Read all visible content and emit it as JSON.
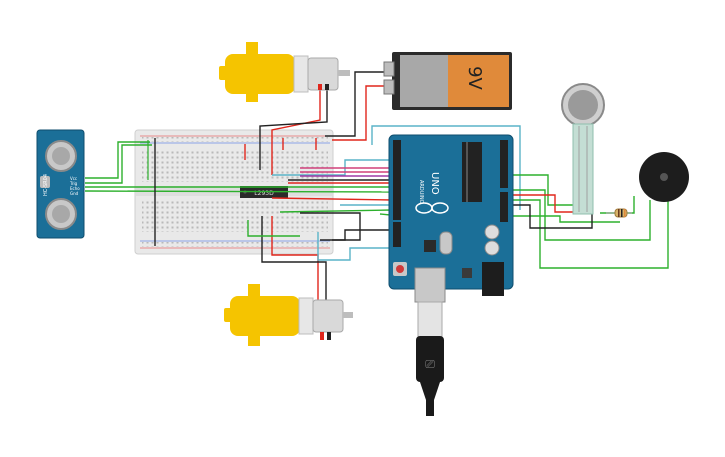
{
  "battery": {
    "label": "9V"
  },
  "ultrasonic": {
    "model": "HC-SR04",
    "pins": [
      "Vcc",
      "Trig",
      "Echo",
      "Gnd"
    ]
  },
  "driver_ic": {
    "label": "L293D"
  },
  "arduino": {
    "brand": "ARDUINO",
    "model": "UNO"
  },
  "colors": {
    "board_blue": "#1b6f98",
    "breadboard": "#e9e9e9",
    "motor_yellow": "#f5c400",
    "battery_orange": "#e08a3a",
    "wire_red": "#e0261c",
    "wire_green": "#2db02d",
    "wire_black": "#222222",
    "wire_cyan": "#5ab4c8",
    "wire_pink": "#d0407a"
  }
}
